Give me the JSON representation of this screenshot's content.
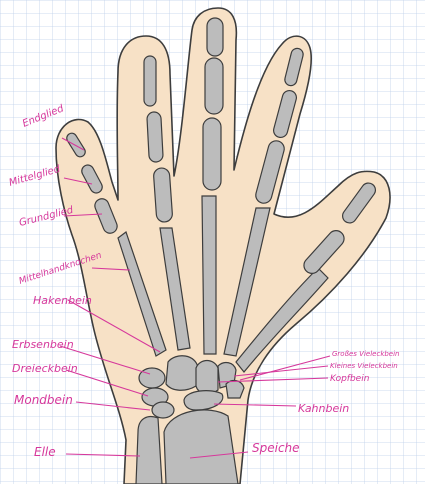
{
  "diagram": {
    "labels": {
      "endglied": "Endglied",
      "mittelglied": "Mittelglied",
      "grundglied": "Grundglied",
      "mittelhandknochen": "Mittelhandknochen",
      "hakenbein": "Hakenbein",
      "erbsenbein": "Erbsenbein",
      "dreieckbein": "Dreieckbein",
      "mondbein": "Mondbein",
      "elle": "Elle",
      "grosses_vieleckbein": "Großes Vieleckbein",
      "kleines_vieleckbein": "Kleines Vieleckbein",
      "kopfbein": "Kopfbein",
      "kahnbein": "Kahnbein",
      "speiche": "Speiche"
    },
    "colors": {
      "paper": "#ffffff",
      "grid": "#a9bfe3",
      "skin": "#f7e1c6",
      "outline": "#3d3d3d",
      "bone": "#bcbcbc",
      "label": "#d6389b"
    }
  }
}
